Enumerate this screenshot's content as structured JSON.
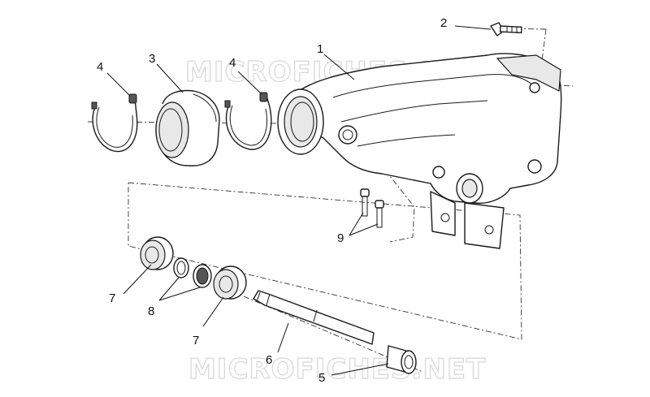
{
  "watermarks": [
    "MICROFICHES.NET",
    "MICROFICHES.NET"
  ],
  "callouts": [
    {
      "id": "c1",
      "text": "1"
    },
    {
      "id": "c2",
      "text": "2"
    },
    {
      "id": "c3",
      "text": "3"
    },
    {
      "id": "c4a",
      "text": "4"
    },
    {
      "id": "c4b",
      "text": "4"
    },
    {
      "id": "c5",
      "text": "5"
    },
    {
      "id": "c6",
      "text": "6"
    },
    {
      "id": "c7a",
      "text": "7"
    },
    {
      "id": "c7b",
      "text": "7"
    },
    {
      "id": "c8",
      "text": "8"
    },
    {
      "id": "c9",
      "text": "9"
    }
  ]
}
